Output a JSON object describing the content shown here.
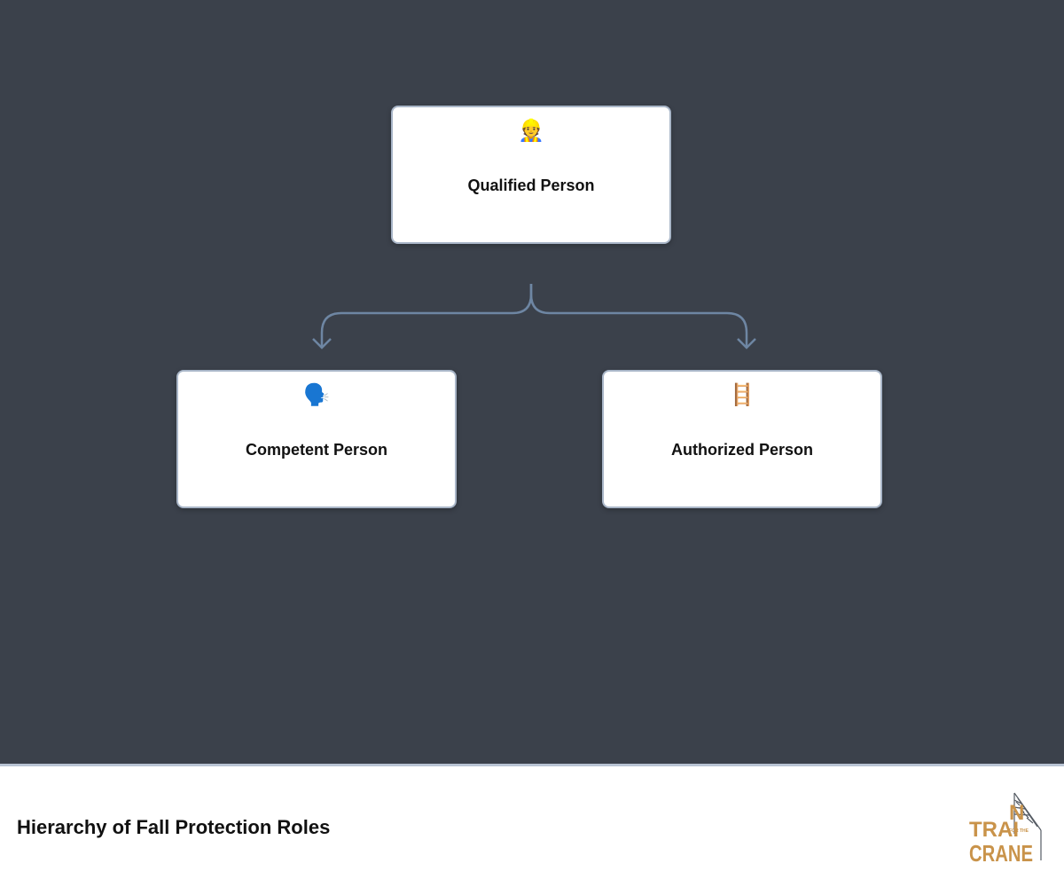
{
  "diagram": {
    "nodes": [
      {
        "id": "qualified",
        "label": "Qualified Person",
        "icon": "construction-worker-icon",
        "glyph": "👷"
      },
      {
        "id": "competent",
        "label": "Competent Person",
        "icon": "speaking-head-icon",
        "glyph": "🗣️"
      },
      {
        "id": "authorized",
        "label": "Authorized Person",
        "icon": "ladder-icon",
        "glyph": "🪜"
      }
    ],
    "edges": [
      {
        "from": "qualified",
        "to": "competent"
      },
      {
        "from": "qualified",
        "to": "authorized"
      }
    ],
    "colors": {
      "background": "#3b414b",
      "node_fill": "#ffffff",
      "node_border": "#a9b6c8",
      "connector": "#6e86a3"
    }
  },
  "footer": {
    "title": "Hierarchy of Fall Protection Roles",
    "logo": {
      "name": "train-for-the-crane-logo",
      "line1": "TRAI",
      "n_letter": "N",
      "small": "FOR THE",
      "line2": "CRANE",
      "color": "#c9934a"
    }
  }
}
